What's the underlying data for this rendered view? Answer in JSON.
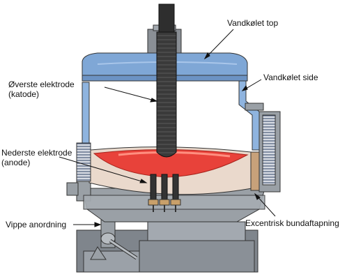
{
  "labels": {
    "water_cooled_top": "Vandkølet top",
    "upper_electrode": "Øverste elektrode",
    "upper_electrode_sub": "(katode)",
    "water_cooled_side": "Vandkølet side",
    "lower_electrode": "Nederste elektrode",
    "lower_electrode_sub": "(anode)",
    "tilt_mechanism": "Vippe anordning",
    "eccentric_tap": "Excentrisk bundaftapning"
  },
  "colors": {
    "roof": "#7fa7d6",
    "sidewall": "#8fb4df",
    "electrode": "#333333",
    "melt": "#e8423a",
    "refractory": "#e9d8cb",
    "steel": "#9aa0a6",
    "outline": "#222222"
  }
}
